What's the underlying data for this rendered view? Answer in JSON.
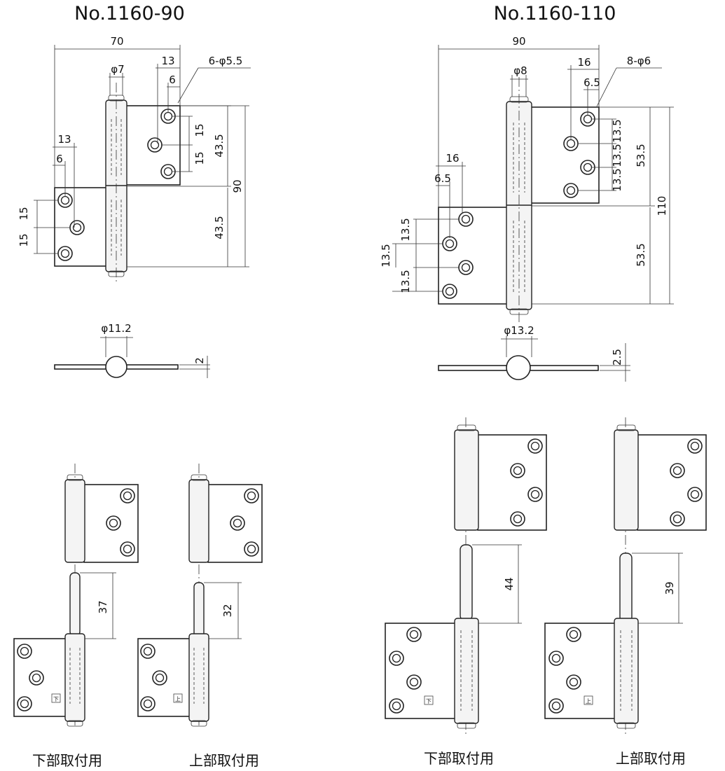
{
  "left_model": {
    "title": "No.1160-90",
    "dims": {
      "width": "70",
      "pin_dia": "φ7",
      "right_13": "13",
      "right_6": "6",
      "holes": "6-φ5.5",
      "left_13": "13",
      "left_6": "6",
      "r15a": "15",
      "r15b": "15",
      "r43": "43.5",
      "total": "90",
      "l15a": "15",
      "l15b": "15",
      "l43": "43.5",
      "knuckle": "φ11.2",
      "thickness": "2",
      "lower_pin": "37",
      "upper_pin": "32"
    },
    "captions": {
      "lower": "下部取付用",
      "upper": "上部取付用"
    },
    "marks": {
      "lower": "下",
      "upper": "上"
    }
  },
  "right_model": {
    "title": "No.1160-110",
    "dims": {
      "width": "90",
      "pin_dia": "φ8",
      "right_16": "16",
      "right_6_5": "6.5",
      "holes": "8-φ6",
      "left_16": "16",
      "left_6_5": "6.5",
      "r13a": "13.5",
      "r13b": "13.5",
      "r13c": "13.5",
      "r53": "53.5",
      "total": "110",
      "l13a": "13.5",
      "l13b": "13.5",
      "l13c": "13.5",
      "l53": "53.5",
      "knuckle": "φ13.2",
      "thickness": "2.5",
      "lower_pin": "44",
      "upper_pin": "39"
    },
    "captions": {
      "lower": "下部取付用",
      "upper": "上部取付用"
    },
    "marks": {
      "lower": "下",
      "upper": "上"
    }
  }
}
